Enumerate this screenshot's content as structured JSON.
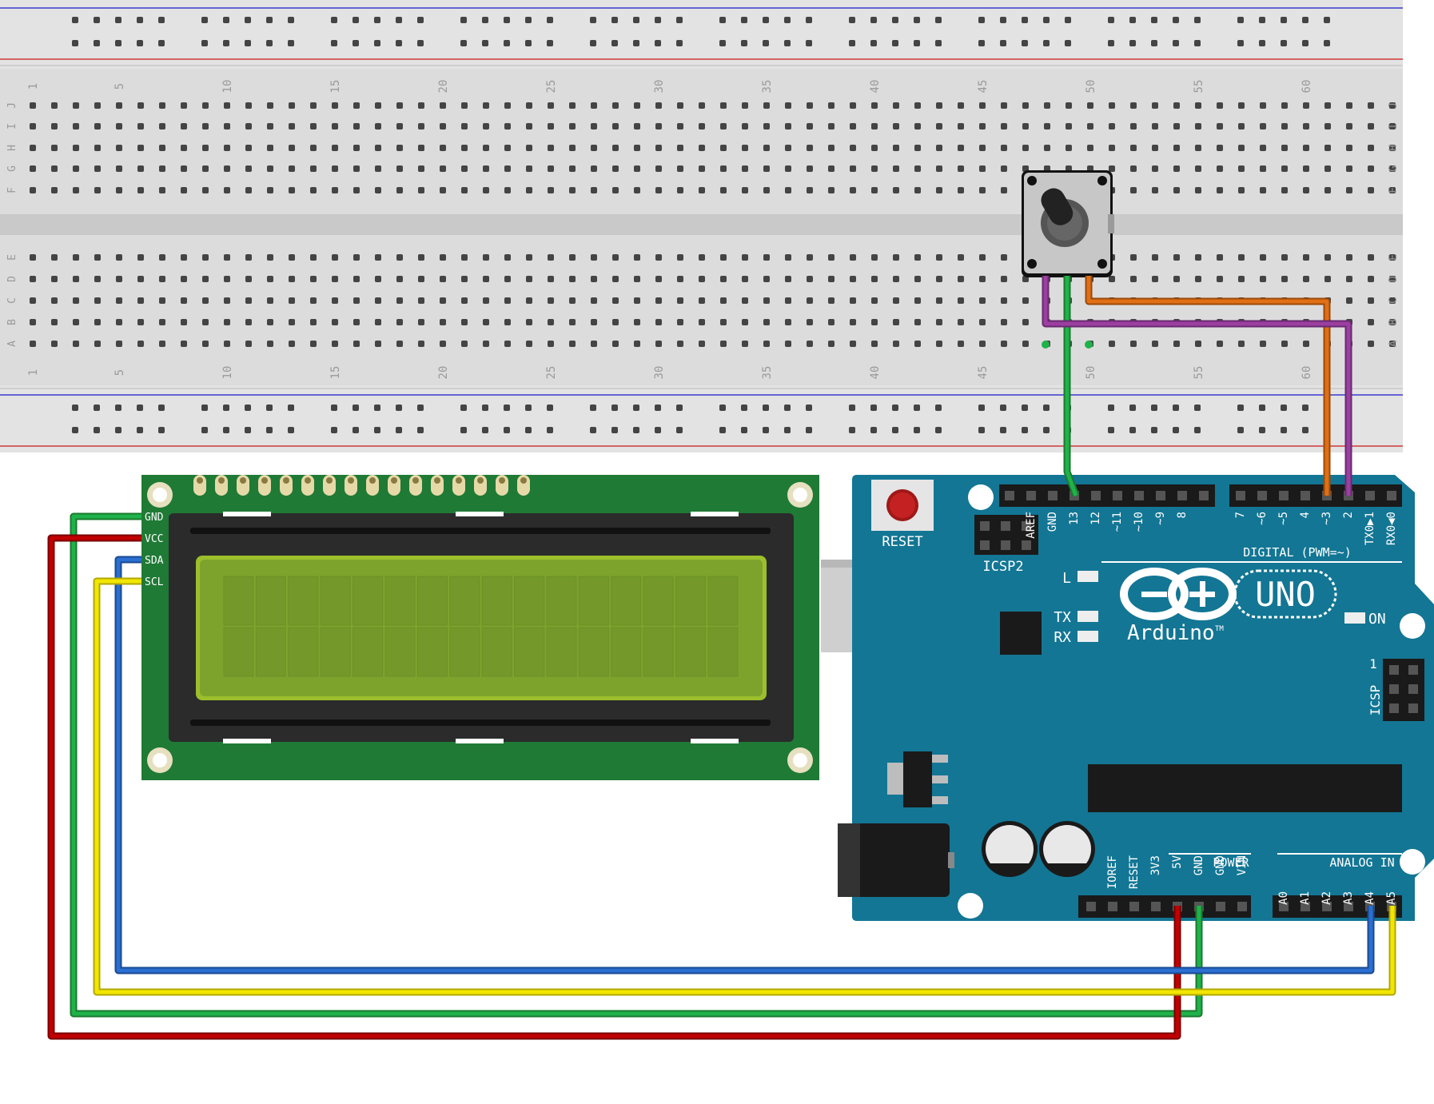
{
  "breadboard": {
    "column_numbers": [
      "1",
      "5",
      "10",
      "15",
      "20",
      "25",
      "30",
      "35",
      "40",
      "45",
      "50",
      "55",
      "60"
    ],
    "top_row_letters": [
      "J",
      "I",
      "H",
      "G",
      "F"
    ],
    "bottom_row_letters": [
      "E",
      "D",
      "C",
      "B",
      "A"
    ]
  },
  "lcd": {
    "pin_labels": [
      "GND",
      "VCC",
      "SDA",
      "SCL"
    ]
  },
  "arduino": {
    "reset_label": "RESET",
    "icsp2_label": "ICSP2",
    "icsp_label": "ICSP",
    "icsp_pin1": "1",
    "logo_text": "Arduino",
    "tm": "TM",
    "uno_text": "UNO",
    "led_l": "L",
    "led_tx": "TX",
    "led_rx": "RX",
    "led_on": "ON",
    "digital_title": "DIGITAL (PWM=~)",
    "digital_pins": [
      "AREF",
      "GND",
      "13",
      "12",
      "~11",
      "~10",
      "~9",
      "8",
      "7",
      "~6",
      "~5",
      "4",
      "~3",
      "2",
      "TX0▶1",
      "RX0◀0"
    ],
    "power_title": "POWER",
    "power_pins": [
      "IOREF",
      "RESET",
      "3V3",
      "5V",
      "GND",
      "GND",
      "VIN"
    ],
    "analog_title": "ANALOG IN",
    "analog_pins": [
      "A0",
      "A1",
      "A2",
      "A3",
      "A4",
      "A5"
    ]
  },
  "colors": {
    "breadboard": "#dcdcdc",
    "rail_blue": "#3a3ad0",
    "rail_red": "#d03a3a",
    "lcd_pcb": "#1f7a35",
    "lcd_screen": "#7ea32d",
    "arduino_board": "#137694",
    "wire_green": "#20b24a",
    "wire_red": "#c00000",
    "wire_yellow": "#f2e600",
    "wire_blue": "#2a6fd1",
    "wire_orange": "#e06f15",
    "wire_purple": "#9b3fa0"
  }
}
